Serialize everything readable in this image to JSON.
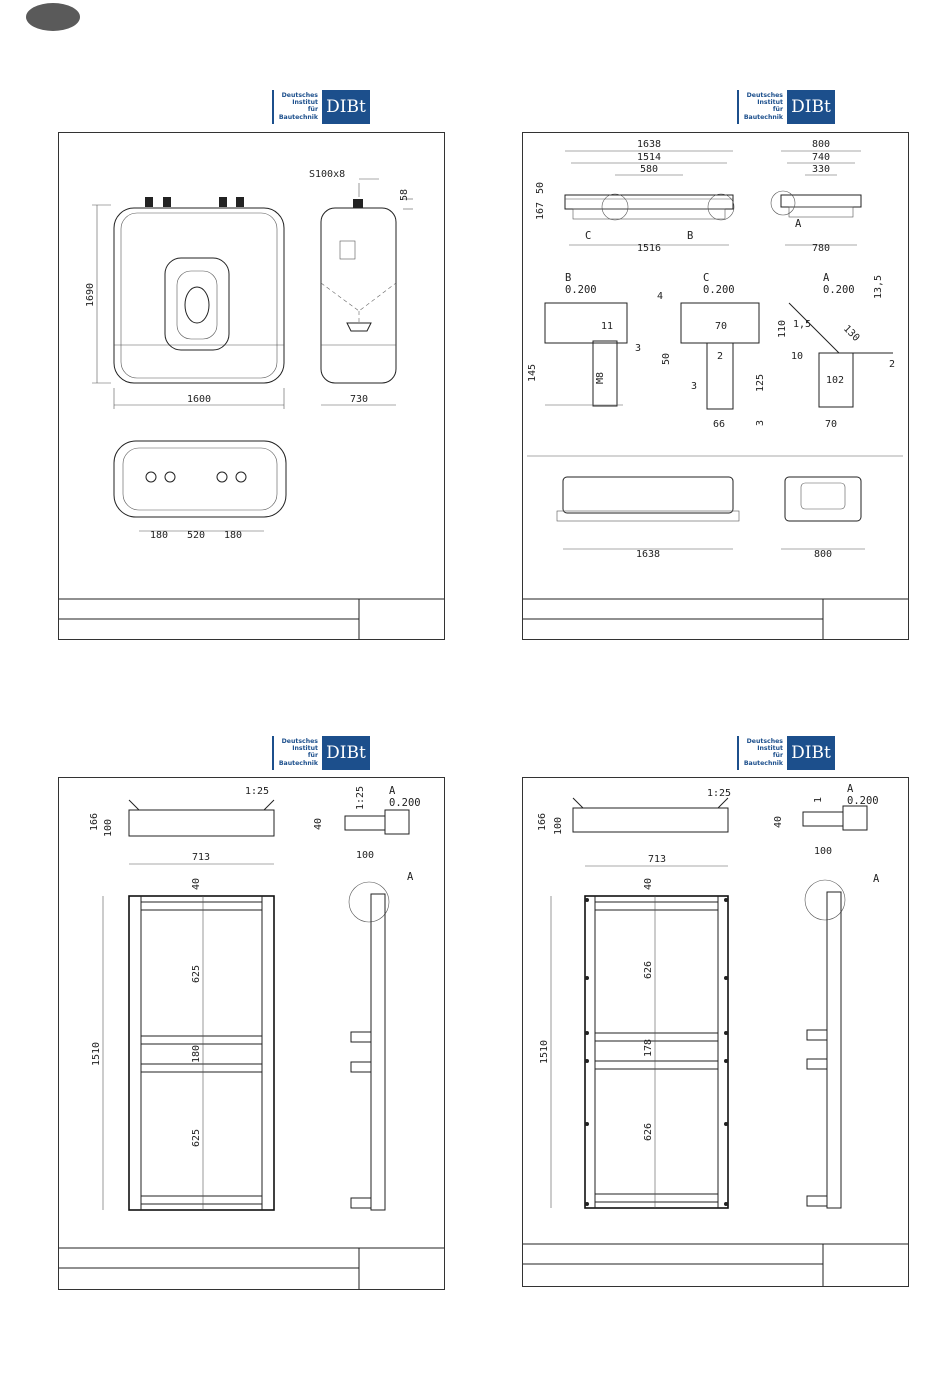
{
  "logo": {
    "line1": "Deutsches",
    "line2": "Institut",
    "line3": "für",
    "line4": "Bautechnik",
    "abbr": "DIBt",
    "color": "#1c4f8c"
  },
  "sheet1": {
    "dims": {
      "height": "1690",
      "width": "1600",
      "depth": "730",
      "bottom_a": "180",
      "bottom_b": "520",
      "bottom_c": "180",
      "thread": "S100x8",
      "nozzle": "58"
    }
  },
  "sheet2": {
    "dims": {
      "t1": "1638",
      "t2": "1514",
      "t3": "580",
      "t_bottom": "1516",
      "t_left1": "50",
      "t_left2": "167",
      "s1": "800",
      "s2": "740",
      "s3": "330",
      "s_bottom": "780",
      "b_4": "4",
      "b_11": "11",
      "b_3": "3",
      "b_145": "145",
      "b_m8": "M8",
      "c_70": "70",
      "c_2": "2",
      "c_50": "50",
      "c_125": "125",
      "c_3a": "3",
      "c_3b": "3",
      "c_66": "66",
      "a_135": "13,5",
      "a_110": "110",
      "a_15": "1,5",
      "a_130": "130",
      "a_10": "10",
      "a_102": "102",
      "a_70": "70",
      "a_2": "2",
      "f_width": "1638",
      "f_depth": "800"
    },
    "labels": {
      "c_mark": "C",
      "b_mark": "B",
      "a_mark": "A",
      "detail_b": "B",
      "detail_b_scale": "0.200",
      "detail_c": "C",
      "detail_c_scale": "0.200",
      "detail_a": "A",
      "detail_a_scale": "0.200"
    }
  },
  "sheet3": {
    "dims": {
      "slope": "1:25",
      "h166": "166",
      "h100": "100",
      "w713": "713",
      "h40": "40",
      "h625a": "625",
      "h180": "180",
      "h625b": "625",
      "h1510": "1510",
      "d40": "40",
      "d125": "1:25",
      "d100": "100"
    },
    "labels": {
      "detail": "A",
      "scale": "0.200",
      "mark": "A"
    }
  },
  "sheet4": {
    "dims": {
      "slope": "1:25",
      "h166": "166",
      "h100": "100",
      "w713": "713",
      "h40": "40",
      "h626a": "626",
      "h178": "178",
      "h626b": "626",
      "h1510": "1510",
      "d40": "40",
      "d1": "1",
      "d100": "100"
    },
    "labels": {
      "detail": "A",
      "scale": "0.200",
      "mark": "A"
    }
  }
}
